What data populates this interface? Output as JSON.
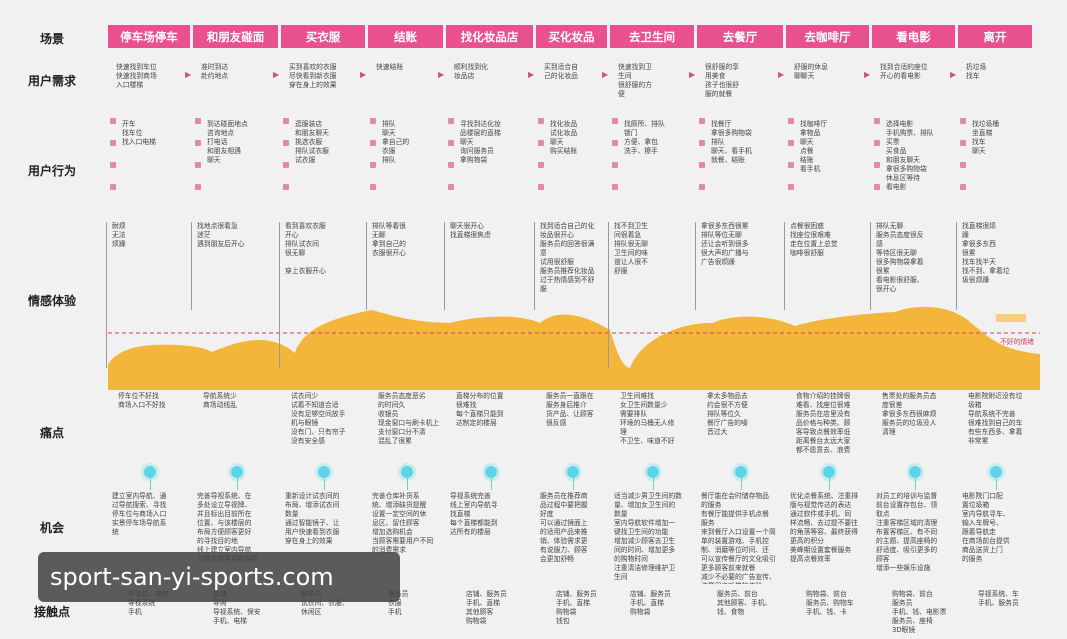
{
  "row_labels": {
    "scene": "场景",
    "need": "用户需求",
    "behavior": "用户行为",
    "emotion": "情感体验",
    "pain": "痛点",
    "opportunity": "机会",
    "touchpoint": "接触点"
  },
  "stages": [
    "停车场停车",
    "和朋友碰面",
    "买衣服",
    "结账",
    "找化妆品店",
    "买化妆品",
    "去卫生间",
    "去餐厅",
    "去咖啡厅",
    "看电影",
    "离开"
  ],
  "needs": [
    "快速找到车位\n快速找到商场\n入口楼梯",
    "准时到达\n赴约地点",
    "买到喜欢的衣服\n尽快看到新衣服\n穿在身上的效果",
    "快速结账",
    "顺利找到化\n妆品店",
    "买到适合自\n己的化妆品",
    "快速找到卫\n生间\n很舒服的方\n便",
    "很舒服的享\n用美食\n孩子也很舒\n服的就餐",
    "舒服的休息\n聊聊天",
    "找到合适的座位\n开心的看电影",
    "扔垃圾\n找车"
  ],
  "behaviors": [
    "开车\n找车位\n找入口电梯",
    "到达碰面地点\n咨询地点\n打电话\n和朋友相遇\n聊天",
    "逛服装店\n和朋友聊天\n挑选衣服\n排队试衣服\n试衣服",
    "排队\n聊天\n拿自己的\n衣服\n排队",
    "寻找到达化妆\n品楼层的直梯\n聊天\n询问服务员\n拿购物袋",
    "找化妆品\n试化妆品\n聊天\n购买结账",
    "找厕所、排队\n锁门\n方便、拿包\n洗手、擦手",
    "找餐厅\n拿很多购物袋\n排队\n聊天、看手机\n就餐、结账",
    "找咖啡厅\n拿物品\n聊天\n点餐\n结账\n看手机",
    "选择电影\n手机购票、排队\n买票\n买食品\n和朋友聊天\n拿很多购物袋\n休息区等待\n看电影",
    "找垃圾桶\n坐直梯\n找车\n聊天"
  ],
  "emotions": [
    "耐烦\n无法\n烦躁",
    "找地点很着急\n迷茫\n遇到朋友后开心",
    "看到喜欢衣服\n开心\n排队试衣间\n很无聊\n\n穿上衣服开心",
    "排队等着很\n无聊\n拿到自己的\n衣服很开心",
    "聊天很开心\n找直梯很焦虑",
    "找到适合自己的化\n妆品很开心\n服务员的回答很满\n意\n试用很舒服\n服务员推荐化妆品\n过于热情感到不舒\n服",
    "找不到卫生\n间很着急\n排队很无聊\n卫生间的味\n道让人很不\n舒服",
    "拿很多东西很累\n排队等位无聊\n还让会听到很多\n很大声的广播与\n广告很烦躁",
    "点餐很困惑\n找座位很艰难\n走在位置上总觉\n咖啡很舒服",
    "排队无聊\n服务员态度很反\n感\n等待区很无聊\n很多购物袋拿着\n很累\n看电影很舒服、\n很开心",
    "找直梯很烦\n躁\n拿很多东西\n很累\n找车找半天\n找不到、拿着垃\n圾很烦躁"
  ],
  "emotion_legend": "不好的情绪",
  "pains": [
    "停车位不好找\n商场入口不好找",
    "导航系统少\n商场动线乱",
    "试衣间少\n试着不知道合适\n没有足够空间放手\n机与眼镜\n没有门、只有帘子\n没有安全感",
    "服务员态度恶劣\n的时间久\n收银员\n现金窗口与刷卡机上\n支付窗口分不清\n混乱了很累",
    "直梯分布的位置\n很难找\n每个直梯只能到\n达制定的楼层",
    "服务员一直跟在\n服务身后推介\n货产品、让顾客\n很反感",
    "卫生间难找\n女卫生间数量少\n需要排队\n环境的马桶无人修\n理\n不卫生、味道不好",
    "拿太多物品去\n约会很不方便\n排队等位久\n餐厅广告的噪\n音过大",
    "食物介绍的挂牌很\n难看、找座位很难\n服务员在店里没有\n品价格与种类、顾\n客导致点餐效率低\n距离餐台太远大家\n都不愿意去、浪费\n很多空间",
    "售票处的服务员态\n度很差\n拿很多东西很麻烦\n服务员的垃圾没人\n清理",
    "电影院附近没有垃\n圾箱\n导航系统不完善\n很难找到自己的车\n有些东西多、拿着\n非常累"
  ],
  "opportunities": [
    "建立室内导航、通\n过导航搜索、寻找\n停车位与商场入口\n实景停车场导航系\n统",
    "完善导视系统、在\n多处设立导视牌、\n并且标出目前所在\n位置、与该楼层的\n布局方便顾客更好\n的寻找目的地\n线上建立室内导航\n以服务顾客系统导航",
    "重新设计试衣间的\n布局、增添试衣间\n数量\n通过智能镜子、让\n用户快速看到衣服\n穿在身上的效果",
    "完善仓库补货系\n统、增添缺货提醒\n设置一定空间的休\n息区、留住顾客\n增加选购机会\n当顾客需要用户不同\n的消费需求",
    "导视系统完善\n线上室内导航寻\n找直梯\n每个直梯都能到\n达所有的楼层",
    "服务员在推荐商\n品过程中要把握\n好度\n可以通过镜面上\n的适用产品来推\n销、体验需求更\n有说服力、顾客\n会更加舒畅",
    "适当减少男卫生间的数\n量、增加女卫生间的\n数量\n室内导航软件增加一\n键找卫生间的功能\n增加减少顾客去卫生\n间的时间、增加更多\n的购物时间\n注重清洁修理维护卫\n生间",
    "餐厅能在会时储存物品\n的服务\n有餐厅能提供手机点餐\n服务\n来到餐厅入口设置一个简\n单的装置游戏、手机控\n制、消磨等位时间、还\n可以宣传餐厅的文化吸引\n更多顾客前来就餐\n减少不必要的广告宣传、\n注意用户听觉的体验",
    "优化点餐系统、注重排\n版与视觉传达的表达\n通过软件或手机、同\n样流畅、去过提不要往\n的角落等容、最终获得\n更高的积分\n美峰期设置套餐服务\n提高点餐效率",
    "对员工的培训与监督\n前台设置存包台、领\n取点\n注重客梯区域的清理\n布置客梯区、有不同\n的主题、提高座椅的\n舒适度、吸引更多的\n顾客\n增添一些娱乐设施",
    "电影院门口配\n置垃圾箱\n室内导航寻车、\n输入车牌号、\n跟着导航走\n在商场前台提供\n商品送货上门\n的服务"
  ],
  "touchpoints": [
    "停车位、电梯\n导视系统\n手机",
    "店铺\n导购\n导视系统、保安\n手机、电梯",
    "服务员\n试衣间、衣服、\n休闲区",
    "服务员\n衣服\n手机",
    "店铺、服务员\n手机、直梯\n其他顾客\n购物袋",
    "店铺、服务员\n手机、直梯\n购物袋\n钱包",
    "店铺、服务员\n手机、直梯\n购物袋",
    "服务员、前台\n其他顾客、手机、\n钱、食物",
    "购物袋、前台\n服务员、购物车\n手机、钱、卡",
    "购物袋、前台\n服务员\n手机、钱、电影票\n服务员、座椅\n3D眼镜",
    "导视系统、车\n手机、服务员"
  ],
  "watermark": "sport-san-yi-sports.com",
  "colors": {
    "stage_bg": "#e8508f",
    "emotion_fill": "#f4b63a",
    "dashed_line": "#d04060",
    "opportunity_dot": "#5cd6e6"
  }
}
